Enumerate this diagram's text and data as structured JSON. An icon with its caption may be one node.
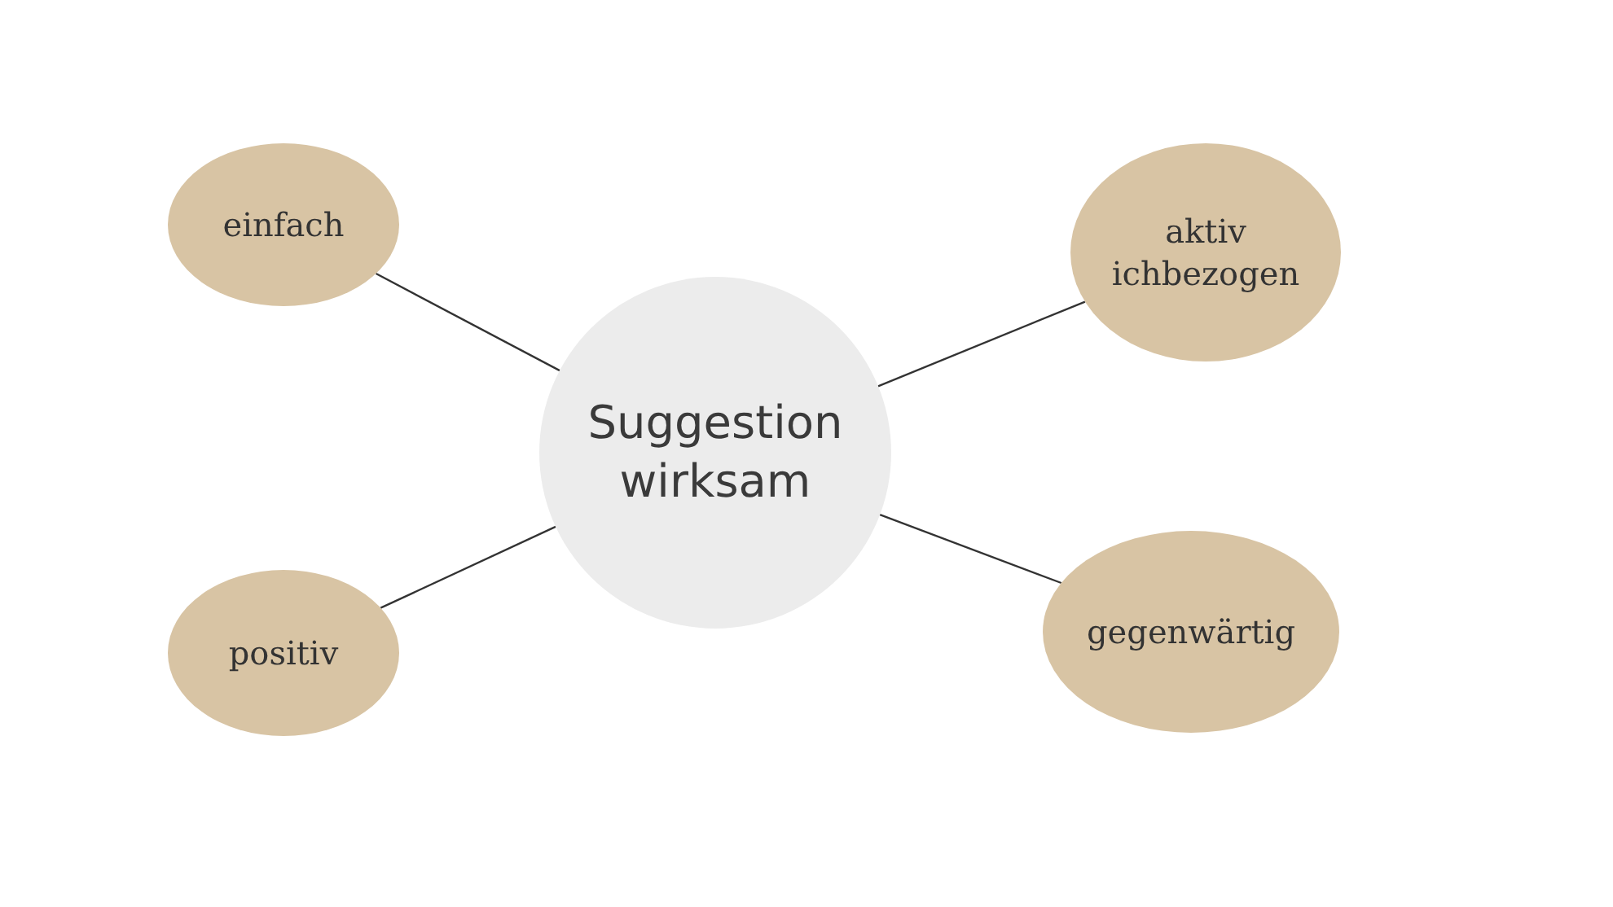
{
  "diagram": {
    "nodes": [
      {
        "text": [
          "einfach"
        ]
      },
      {
        "text": [
          "aktiv ichbezogen"
        ]
      },
      {
        "text": [
          "Suggestion wirksam"
        ]
      },
      {
        "text": [
          "positiv"
        ]
      },
      {
        "text": [
          "gegenwärtig"
        ]
      }
    ],
    "edges": [
      {
        "from": 2,
        "to": 0,
        "arrow": "none"
      },
      {
        "from": 2,
        "to": 1,
        "arrow": "none"
      },
      {
        "from": 2,
        "to": 3,
        "arrow": "none"
      },
      {
        "from": 2,
        "to": 4,
        "arrow": "none"
      }
    ]
  }
}
